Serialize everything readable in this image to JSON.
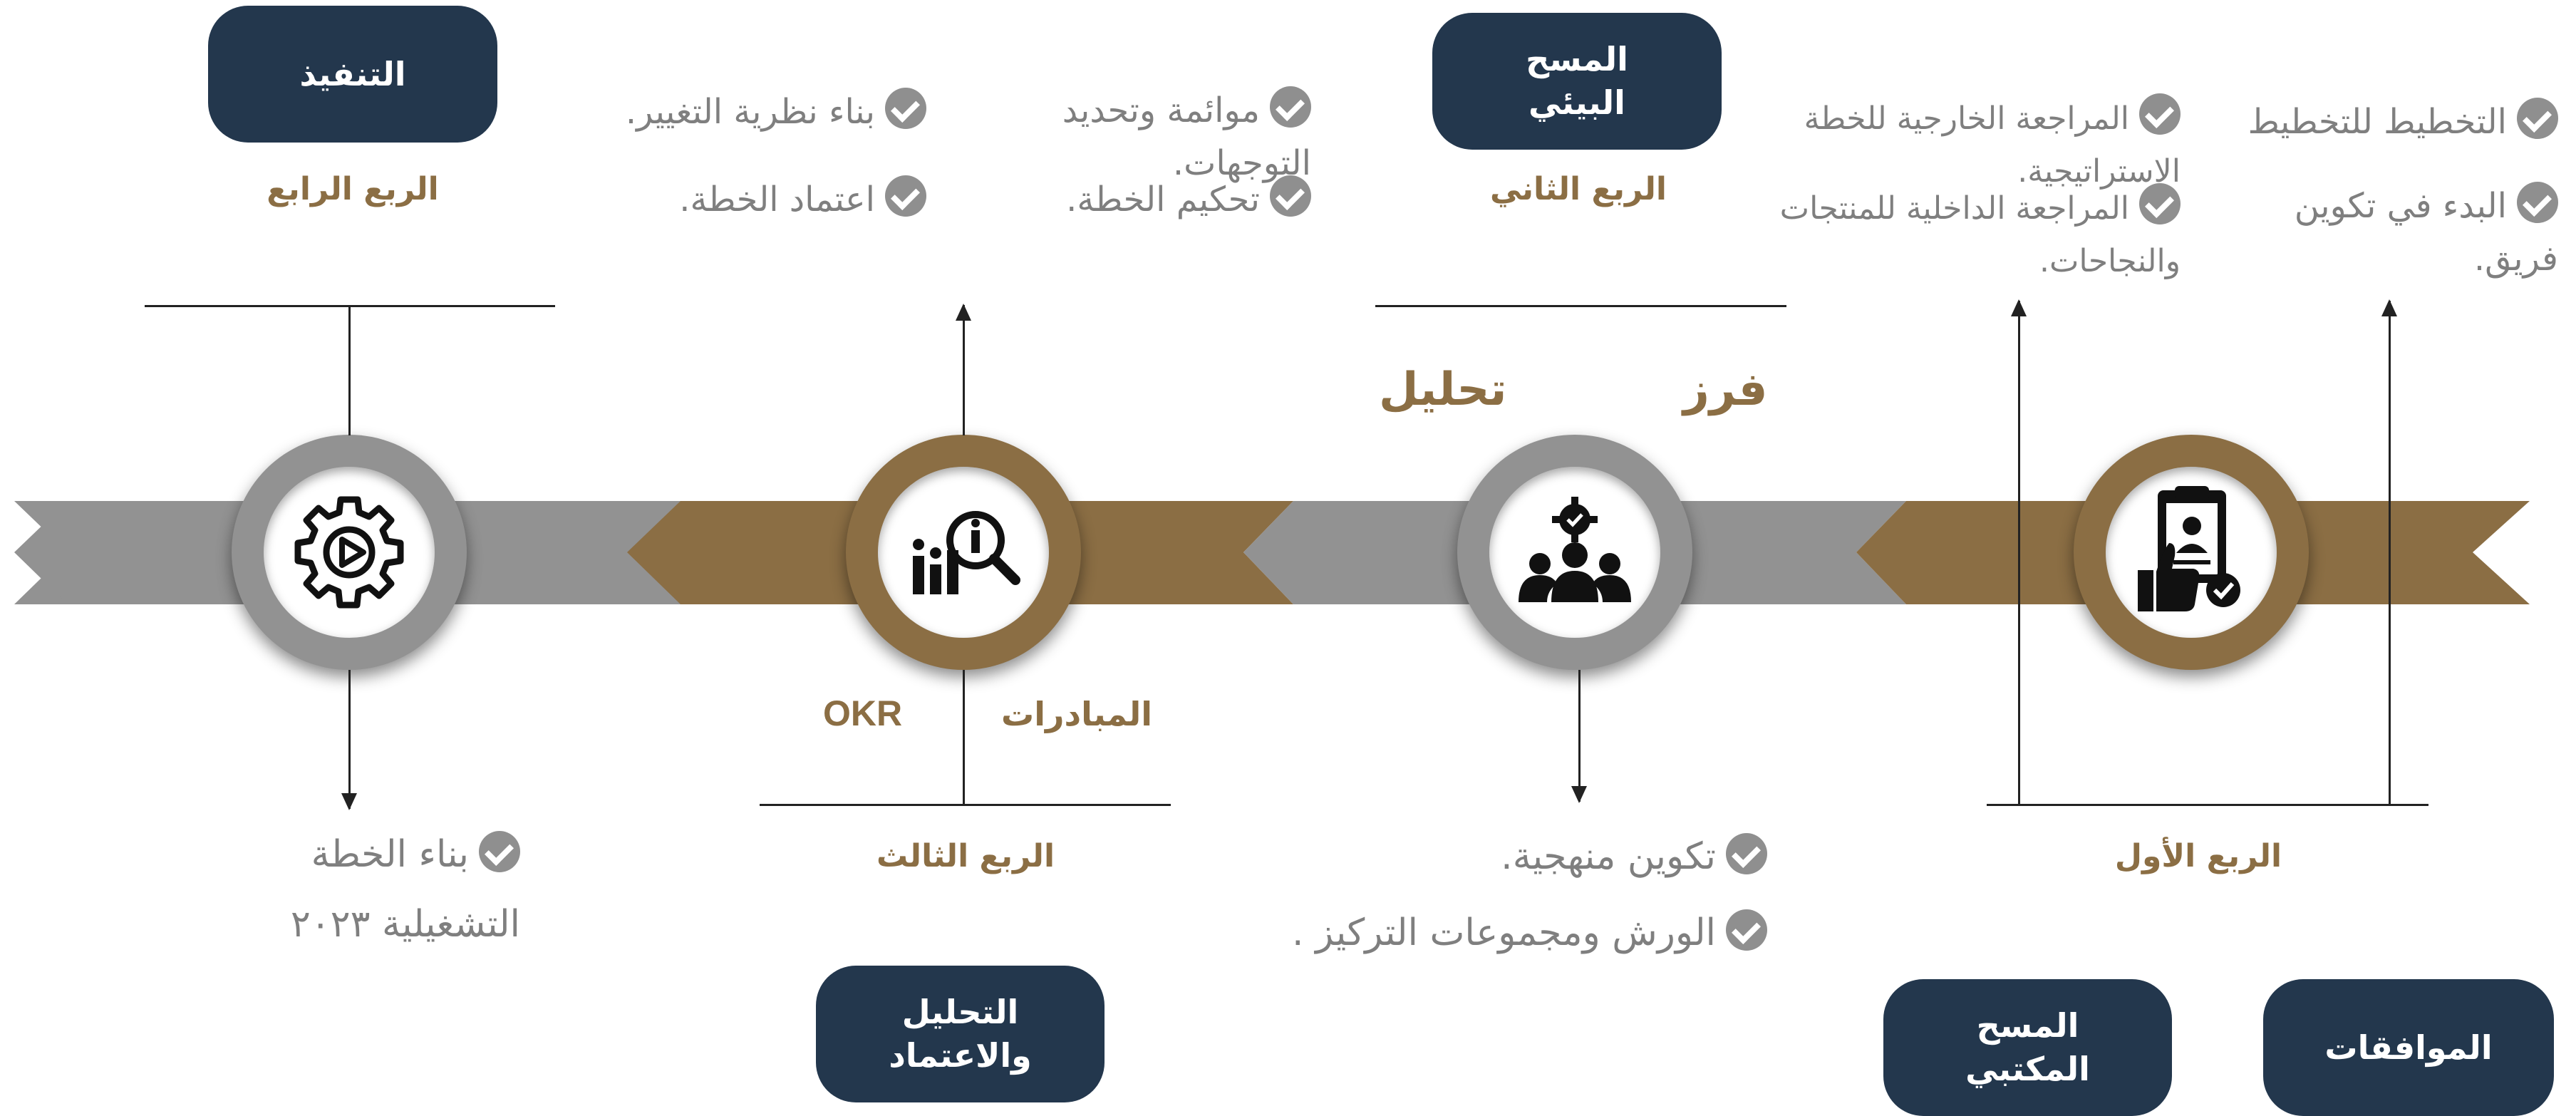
{
  "colors": {
    "navy": "#23374d",
    "gold": "#8b6e44",
    "gray": "#929292",
    "text_gray": "#7f7f7f"
  },
  "pills": {
    "tanfeeth": "التنفيذ",
    "mash_beei": "المسح\nالبيئي",
    "tahlil": "التحليل\nوالاعتماد",
    "mash_maktabi": "المسح\nالمكتبي",
    "muwafaqat": "الموافقات"
  },
  "quarters": {
    "q1": "الربع الأول",
    "q2": "الربع الثاني",
    "q3": "الربع الثالث",
    "q4": "الربع الرابع"
  },
  "keywords": {
    "farz": "فرز",
    "tahlil": "تحليل",
    "mubadarat": "المبادرات",
    "okr": "OKR"
  },
  "q1_items": [
    "التخطيط للتخطيط",
    "البدء في تكوين فريق."
  ],
  "q1_items_mid": [
    "المراجعة الخارجية للخطة الاستراتيجية.",
    "المراجعة الداخلية للمنتجات والنجاحات."
  ],
  "q2_items": [
    "تكوين منهجية.",
    "الورش ومجموعات التركيز ."
  ],
  "q3_items": [
    "موائمة وتحديد التوجهات.",
    "تحكيم الخطة."
  ],
  "q3_items_left": [
    "بناء نظرية التغيير.",
    "اعتماد الخطة."
  ],
  "q4_items": [
    "بناء الخطة التشغيلية ٢٠٢٣"
  ],
  "icons": [
    "approval-clipboard-icon",
    "team-gear-icon",
    "analytics-magnifier-icon",
    "gear-play-icon"
  ]
}
